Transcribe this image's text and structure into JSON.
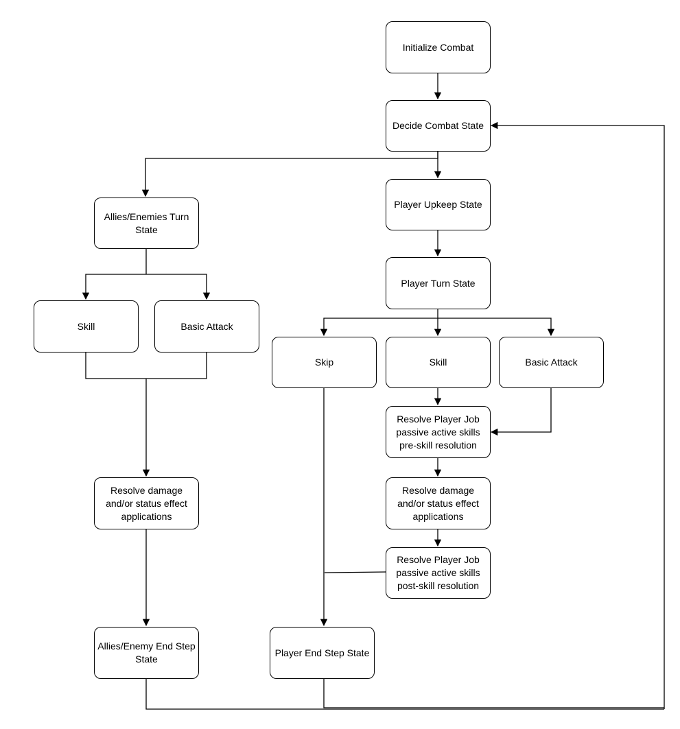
{
  "nodes": {
    "initialize": "Initialize Combat",
    "decide": "Decide Combat State",
    "player_upkeep": "Player Upkeep State",
    "player_turn": "Player Turn State",
    "allies_turn": "Allies/Enemies Turn State",
    "allies_skill": "Skill",
    "allies_basic_attack": "Basic Attack",
    "player_skip": "Skip",
    "player_skill": "Skill",
    "player_basic_attack": "Basic Attack",
    "pre_skill": "Resolve Player Job passive active skills pre-skill resolution",
    "player_resolve_damage": "Resolve damage and/or status effect applications",
    "post_skill": "Resolve Player Job passive active skills post-skill resolution",
    "allies_resolve_damage": "Resolve damage and/or status effect applications",
    "allies_end": "Allies/Enemy End Step State",
    "player_end": "Player End Step State"
  },
  "colors": {
    "stroke": "#000000",
    "fill": "#ffffff"
  }
}
